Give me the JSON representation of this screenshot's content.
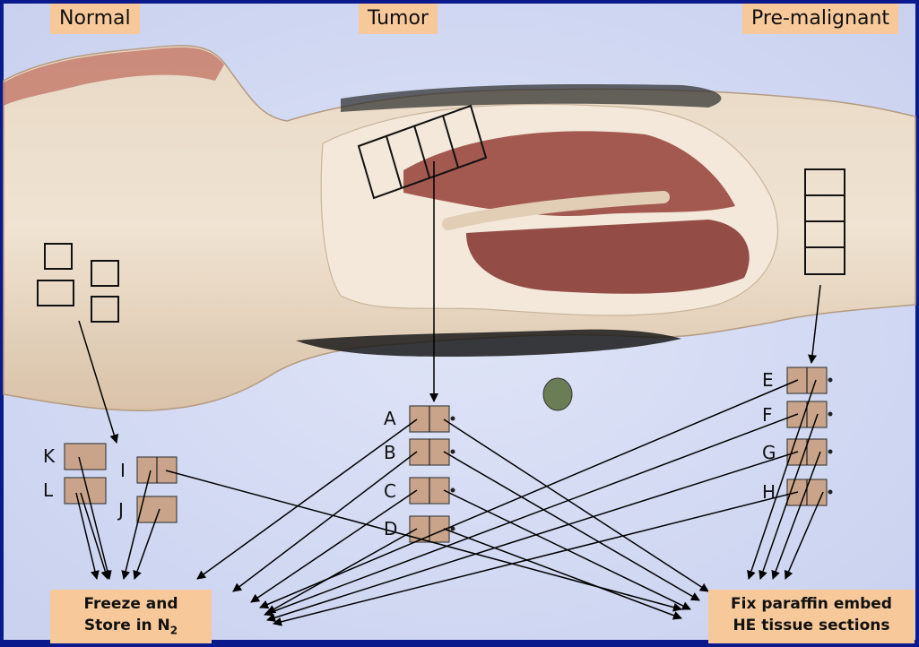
{
  "labels": {
    "normal": "Normal",
    "tumor": "Tumor",
    "pre_malignant": "Pre-malignant"
  },
  "destinations": {
    "freeze_line1": "Freeze and",
    "freeze_line2": "Store in N",
    "freeze_subscript": "2",
    "fix_line1": "Fix paraffin embed",
    "fix_line2": "HE tissue sections"
  },
  "sample_letters": {
    "A": "A",
    "B": "B",
    "C": "C",
    "D": "D",
    "E": "E",
    "F": "F",
    "G": "G",
    "H": "H",
    "I": "I",
    "J": "J",
    "K": "K",
    "L": "L"
  },
  "colors": {
    "background": "#0a1a8c",
    "label_fill": "#f7c99a",
    "sample_fill": "#c9a48a",
    "tissue": "#e8d9c8",
    "tumor": "#8a2a22"
  }
}
